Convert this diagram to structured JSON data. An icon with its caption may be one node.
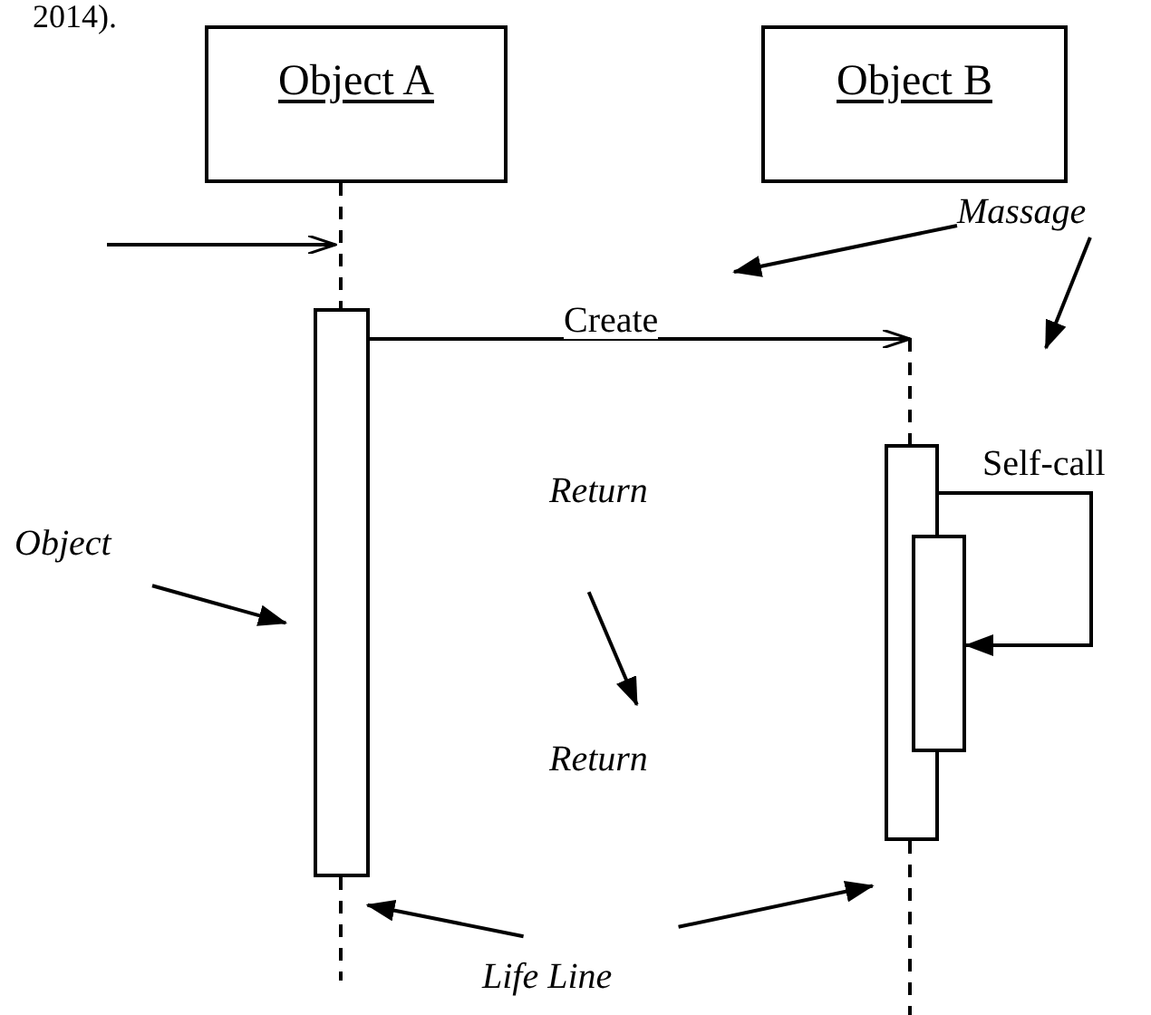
{
  "diagram": {
    "nodes": [
      {
        "text": [
          "Object A"
        ]
      },
      {
        "text": [
          "Object B"
        ]
      },
      {
        "text": [],
        "shape": "line"
      },
      {
        "text": [],
        "shape": "bar"
      },
      {
        "text": [],
        "shape": "line"
      },
      {
        "text": [],
        "shape": "line"
      },
      {
        "text": [],
        "shape": "bar"
      },
      {
        "text": [],
        "shape": "bar"
      },
      {
        "text": [],
        "shape": "line"
      },
      {
        "text": [
          "Massage"
        ]
      },
      {
        "text": [
          "Self-call"
        ]
      },
      {
        "text": [
          "Return"
        ]
      },
      {
        "text": [
          "Object"
        ]
      },
      {
        "text": [
          "Return"
        ]
      },
      {
        "text": [
          "Life Line"
        ]
      }
    ],
    "edges": [
      {
        "from": null,
        "to": 2,
        "arrow": "to"
      },
      {
        "from": 3,
        "to": 5,
        "arrow": "to",
        "label": "Create"
      },
      {
        "from": 6,
        "to": 7,
        "arrow": "to"
      },
      {
        "from": 9,
        "to": null,
        "arrow": "to"
      },
      {
        "from": 9,
        "to": null,
        "arrow": "to"
      },
      {
        "from": 12,
        "to": 3,
        "arrow": "to"
      },
      {
        "from": 11,
        "to": 13,
        "arrow": "to"
      },
      {
        "from": 14,
        "to": 4,
        "arrow": "to"
      },
      {
        "from": 14,
        "to": 8,
        "arrow": "to"
      }
    ],
    "labels": [
      "2014)."
    ]
  }
}
